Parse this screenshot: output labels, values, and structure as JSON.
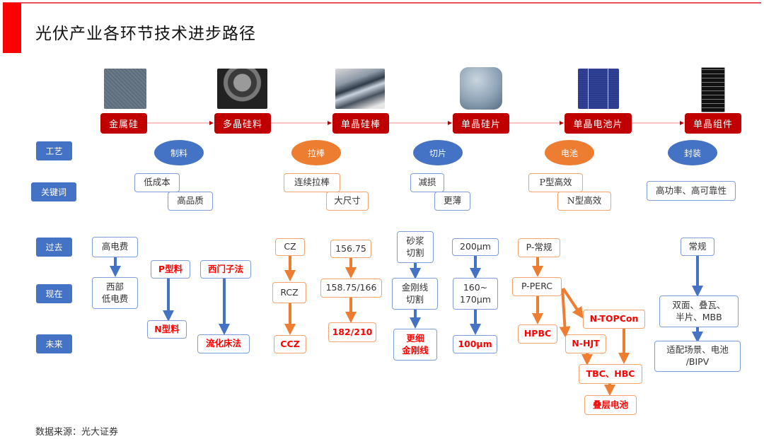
{
  "header": {
    "title": "光伏产业各环节技术进步路径"
  },
  "stages": [
    {
      "label": "金属硅",
      "image": "metal-silicon-image"
    },
    {
      "label": "多晶硅料",
      "image": "polysilicon-image"
    },
    {
      "label": "单晶硅棒",
      "image": "mono-ingot-image"
    },
    {
      "label": "单晶硅片",
      "image": "mono-wafer-image"
    },
    {
      "label": "单晶电池片",
      "image": "mono-cell-image"
    },
    {
      "label": "单晶组件",
      "image": "mono-module-image"
    }
  ],
  "row_labels": {
    "process": "工艺",
    "keywords": "关键词",
    "past": "过去",
    "present": "现在",
    "future": "未来"
  },
  "processes": [
    {
      "label": "制料",
      "color": "#4472c4"
    },
    {
      "label": "拉棒",
      "color": "#ed7d31"
    },
    {
      "label": "切片",
      "color": "#4472c4"
    },
    {
      "label": "电池",
      "color": "#ed7d31"
    },
    {
      "label": "封装",
      "color": "#4472c4"
    }
  ],
  "keywords": {
    "material": [
      "低成本",
      "高品质"
    ],
    "ingot": [
      "连续拉棒",
      "大尺寸"
    ],
    "wafer": [
      "减损",
      "更薄"
    ],
    "cell": [
      "P型高效",
      "N型高效"
    ],
    "module": [
      "高功率、高可靠性"
    ]
  },
  "paths": {
    "electricity": {
      "past": "高电费",
      "present": "西部\n低电费"
    },
    "material_type": {
      "present": "P型料",
      "future": "N型料"
    },
    "material_process": {
      "present": "西门子法",
      "future": "流化床法"
    },
    "ingot_method": {
      "past": "CZ",
      "present": "RCZ",
      "future": "CCZ"
    },
    "wafer_size": {
      "past": "156.75",
      "present": "158.75/166",
      "future": "182/210"
    },
    "cutting": {
      "past": "砂浆\n切割",
      "present": "金刚线\n切割",
      "future": "更细\n金刚线"
    },
    "thickness": {
      "past": "200μm",
      "present": "160~\n170μm",
      "future": "100μm"
    },
    "cell_tech": {
      "past": "P-常规",
      "present": "P-PERC",
      "hpbc": "HPBC",
      "topcon": "N-TOPCon",
      "hjt": "N-HJT",
      "bc": "TBC、HBC",
      "tandem": "叠层电池"
    },
    "module_tech": {
      "past": "常规",
      "present": "双面、叠瓦、\n半片、MBB",
      "future": "适配场景、电池\n/BIPV"
    }
  },
  "colors": {
    "brand_red": "#c00000",
    "blue": "#4472c4",
    "orange": "#ed7d31",
    "highlight_red": "#ff0000"
  },
  "footer": {
    "source": "数据来源：光大证券"
  }
}
